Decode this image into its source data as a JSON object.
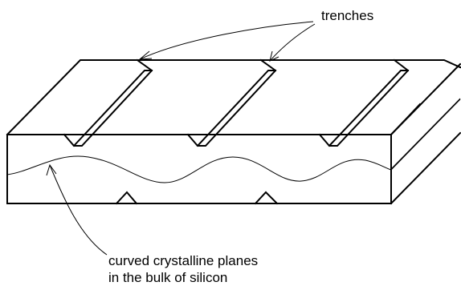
{
  "labels": {
    "trenches": "trenches",
    "planes_line1": "curved crystalline planes",
    "planes_line2": "in the bulk of silicon"
  }
}
